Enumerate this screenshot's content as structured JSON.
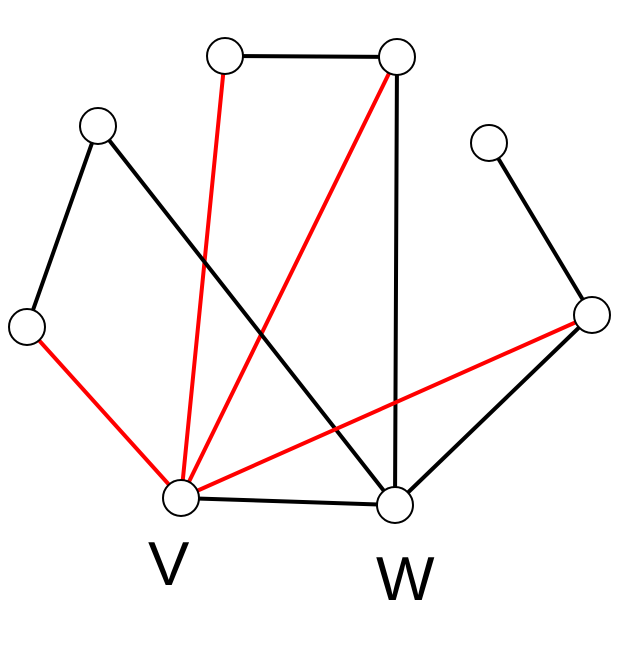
{
  "colors": {
    "red_edge": "#ff0000",
    "black_edge": "#000000",
    "node_fill": "#ffffff",
    "node_stroke": "#000000"
  },
  "graph": {
    "nodes": [
      {
        "id": "top-left",
        "label": ""
      },
      {
        "id": "top-right",
        "label": ""
      },
      {
        "id": "upper-left",
        "label": ""
      },
      {
        "id": "upper-right",
        "label": ""
      },
      {
        "id": "left",
        "label": ""
      },
      {
        "id": "right",
        "label": ""
      },
      {
        "id": "v",
        "label": "V"
      },
      {
        "id": "w",
        "label": "W"
      }
    ],
    "edges": [
      {
        "from": "top-left",
        "to": "top-right",
        "color": "black"
      },
      {
        "from": "top-left",
        "to": "v",
        "color": "red"
      },
      {
        "from": "top-right",
        "to": "v",
        "color": "red"
      },
      {
        "from": "top-right",
        "to": "w",
        "color": "black"
      },
      {
        "from": "upper-left",
        "to": "left",
        "color": "black"
      },
      {
        "from": "upper-left",
        "to": "w",
        "color": "black"
      },
      {
        "from": "upper-right",
        "to": "right",
        "color": "black"
      },
      {
        "from": "left",
        "to": "v",
        "color": "red"
      },
      {
        "from": "right",
        "to": "v",
        "color": "red"
      },
      {
        "from": "right",
        "to": "w",
        "color": "black"
      },
      {
        "from": "v",
        "to": "w",
        "color": "black"
      }
    ]
  }
}
